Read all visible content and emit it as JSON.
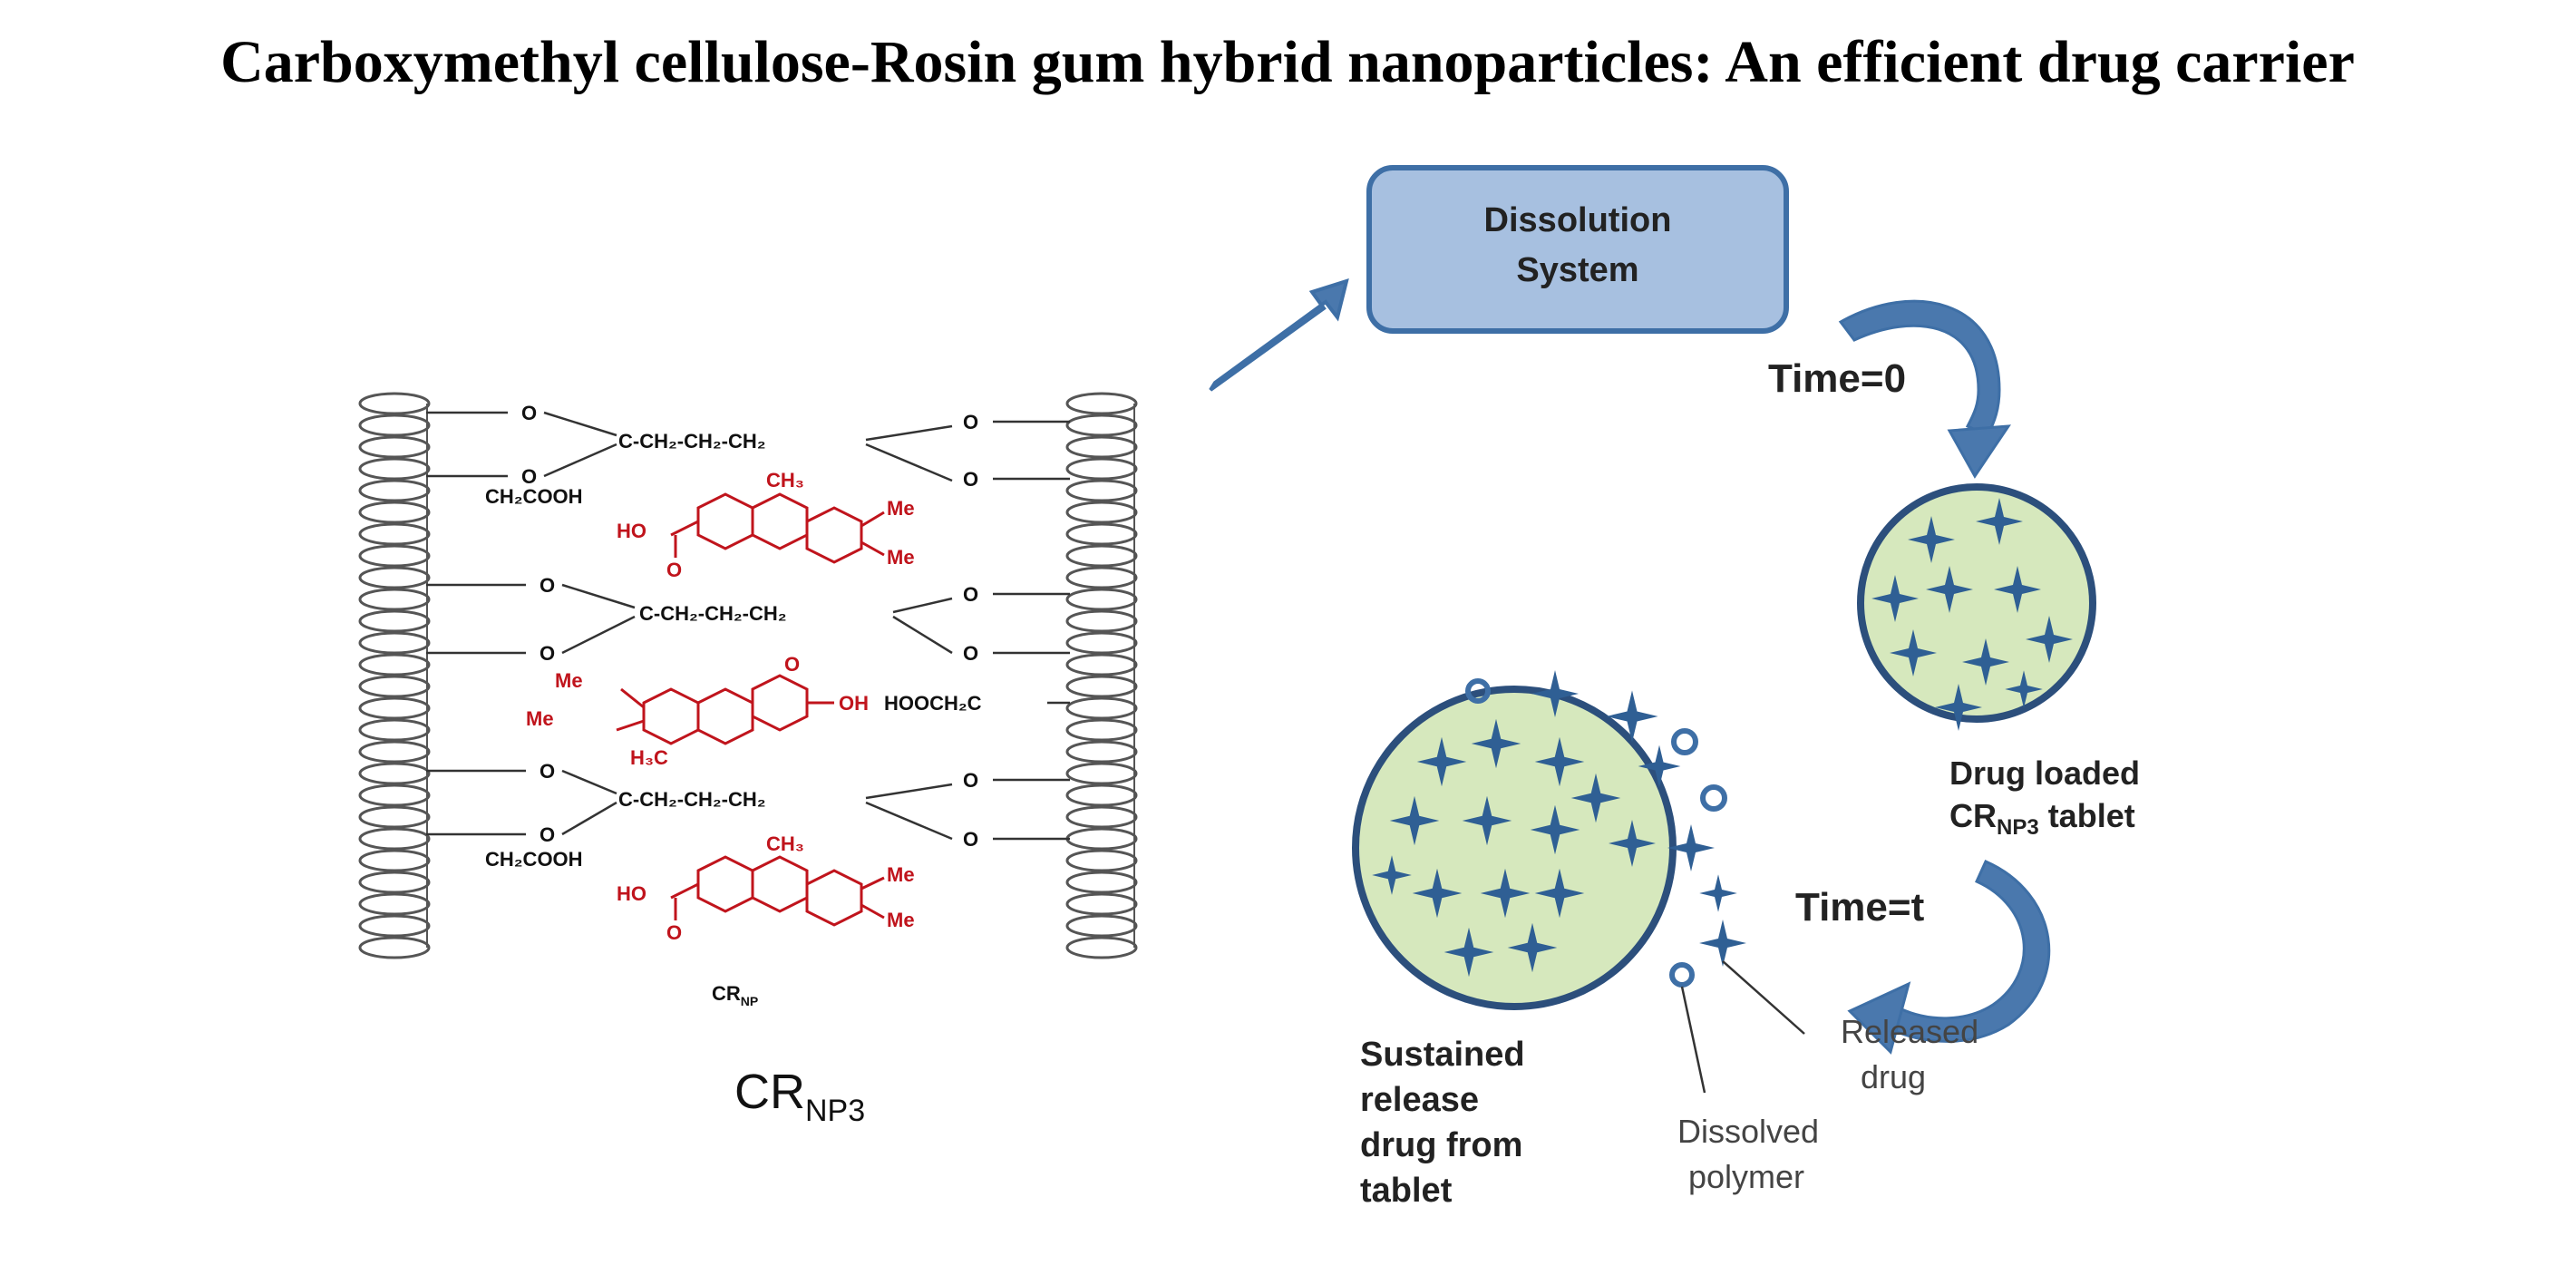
{
  "title": "Carboxymethyl cellulose-Rosin gum hybrid nanoparticles: An efficient drug carrier",
  "structure": {
    "oxygen": "O",
    "linker_1": "C-CH₂-CH₂-CH₂",
    "linker_2": "C-CH₂-CH₂-CH₂",
    "linker_3": "C-CH₂-CH₂-CH₂",
    "ch2cooh_1": "CH₂COOH",
    "hoocch2c": "HOOCH₂C",
    "ch2cooh_3": "CH₂COOH",
    "ch3_1": "CH₃",
    "ch3_3": "CH₃",
    "h3c_2": "H₃C",
    "me": "Me",
    "ho": "HO",
    "oh": "OH",
    "struct_caption": "CR",
    "struct_caption_sub": "NP",
    "main_label": "CR",
    "main_label_sub": "NP3"
  },
  "process": {
    "box_line1": "Dissolution",
    "box_line2": "System",
    "time0": "Time=0",
    "timet": "Time=t",
    "loaded_line1": "Drug loaded",
    "loaded_line2": "CR",
    "loaded_line2_sub": "NP3",
    "loaded_line2_end": " tablet",
    "sustained": [
      "Sustained",
      "release",
      "drug from",
      "tablet"
    ],
    "released": [
      "Released",
      "drug"
    ],
    "dissolved": [
      "Dissolved",
      "polymer"
    ]
  },
  "colors": {
    "blue": "#3e6fa6",
    "box_fill": "#a7c0e0",
    "tablet_fill": "#d6e8bd",
    "tablet_stroke": "#2c4f7c",
    "rosin_red": "#c0141c"
  }
}
